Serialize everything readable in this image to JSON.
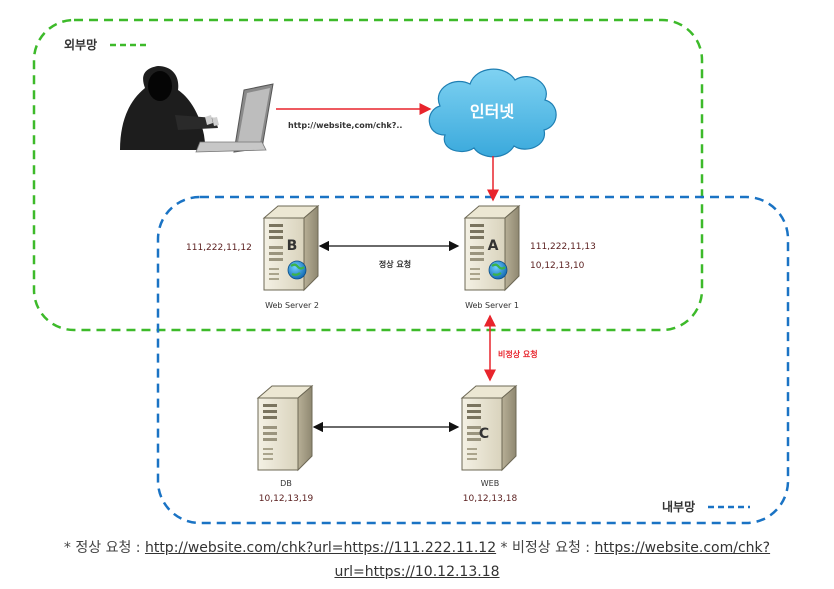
{
  "zones": {
    "outer_label": "외부망",
    "inner_label": "내부망",
    "outer_color": "#3dba2a",
    "inner_color": "#1a73c4"
  },
  "internet": {
    "label": "인터넷",
    "fill": "#4cb8e6"
  },
  "attack": {
    "url": "http://website,com/chk?.."
  },
  "links": {
    "normal_label": "정상 요청",
    "abnormal_label": "비정상 요청",
    "red": "#e8242c"
  },
  "servers": {
    "b": {
      "letter": "B",
      "name": "Web Server 2",
      "ip": "111,222,11,12"
    },
    "a": {
      "letter": "A",
      "name": "Web Server 1",
      "ip1": "111,222,11,13",
      "ip2": "10,12,13,10"
    },
    "db": {
      "name": "DB",
      "ip": "10,12,13,19"
    },
    "c": {
      "letter": "C",
      "name": "WEB",
      "ip": "10,12,13,18"
    }
  },
  "caption": {
    "lead": "* 정상 요청 : ",
    "link1": "http://website.com/chk?url=https://111.222.11.12",
    "mid": " * 비정상 요청 : ",
    "link2a": "https://website.com/chk?",
    "link2b": "url=https://10.12.13.18"
  }
}
